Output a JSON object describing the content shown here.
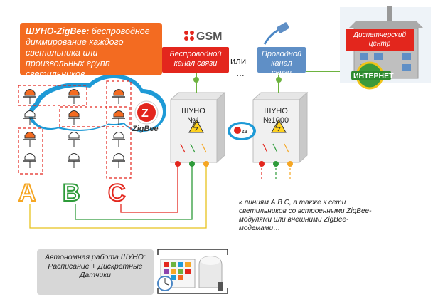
{
  "callout": {
    "title": "ШУНО-ZigBee:",
    "text": " беспроводное диммирование каждого светильника или произвольных групп светильников"
  },
  "channels": {
    "wireless": "Беспроводной канал связи",
    "wired": "Проводной канал связи",
    "or": "или",
    "ellipsis": "…"
  },
  "gsm_logo": "GSM",
  "zigbee_logo": "ZigBee",
  "dispatch": {
    "label": "Диспетчерский центр",
    "internet": "ИНТЕРНЕТ"
  },
  "cabinets": [
    {
      "line1": "ШУНО",
      "line2": "№1"
    },
    {
      "line1": "ШУНО",
      "line2": "№1000"
    }
  ],
  "lines": [
    "A",
    "B",
    "C"
  ],
  "note": "к линиям А В С, а также к сети светильников со встроенными ZigBee-модулями или внешними ZigBee-модемами…",
  "autonomous": "Автономная работа ШУНО: Расписание + Дискретные Датчики",
  "colors": {
    "orange": "#f36b21",
    "red": "#e3261d",
    "blue": "#5f8fc6",
    "green": "#6db33f",
    "line_a": "#f5a623",
    "line_b": "#2e9b3a",
    "line_c": "#e3261d"
  }
}
